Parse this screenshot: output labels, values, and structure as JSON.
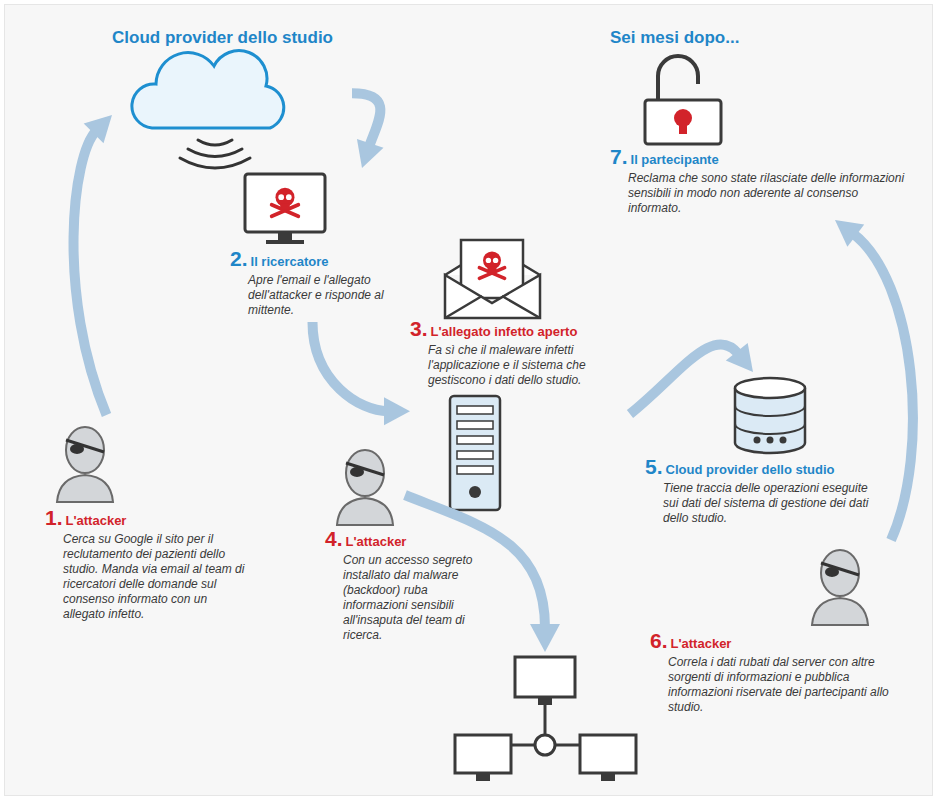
{
  "diagram": {
    "nodes": [
      {
        "text": [
          "Cloud provider dello studio"
        ]
      },
      {
        "text": [
          "1.",
          "L'attacker",
          "Cerca su Google il sito per il reclutamento dei pazienti dello studio. Manda via email al team di ricercatori delle domande sul consenso informato con un allegato infetto."
        ]
      },
      {
        "text": [
          "2.",
          "Il ricercatore",
          "Apre l'email e l'allegato dell'attacker e risponde al mittente."
        ]
      },
      {
        "text": [
          "3.",
          "L'allegato infetto aperto",
          "Fa sì che il maleware infetti l'applicazione e il sistema che gestiscono i dati dello studio."
        ]
      },
      {
        "text": [
          "4.",
          "L'attacker",
          "Con un accesso segreto installato dal malware (backdoor) ruba informazioni sensibili all'insaputa del team di ricerca."
        ]
      },
      {
        "text": [
          "5.",
          "Cloud provider dello studio",
          "Tiene traccia delle operazioni eseguite sui dati del sistema di gestione dei dati dello studio."
        ]
      },
      {
        "text": [
          "6.",
          "L'attacker",
          "Correla i dati rubati dal server con altre sorgenti di informazioni e pubblica informazioni riservate dei partecipanti allo studio."
        ]
      },
      {
        "text": [
          "7.",
          "Il partecipante",
          "Reclama che sono state rilasciate delle informazioni sensibili in modo non aderente al consenso informato."
        ]
      }
    ],
    "edges": [
      {
        "from": 1,
        "to": 0,
        "arrow": "to"
      },
      {
        "from": 0,
        "to": 2,
        "arrow": "to"
      },
      {
        "from": 2,
        "to": 3,
        "arrow": "to"
      },
      {
        "from": 3,
        "to": 5,
        "arrow": "to"
      },
      {
        "from": 6,
        "to": 7,
        "arrow": "to"
      }
    ],
    "labels": [
      "Sei mesi dopo..."
    ]
  }
}
